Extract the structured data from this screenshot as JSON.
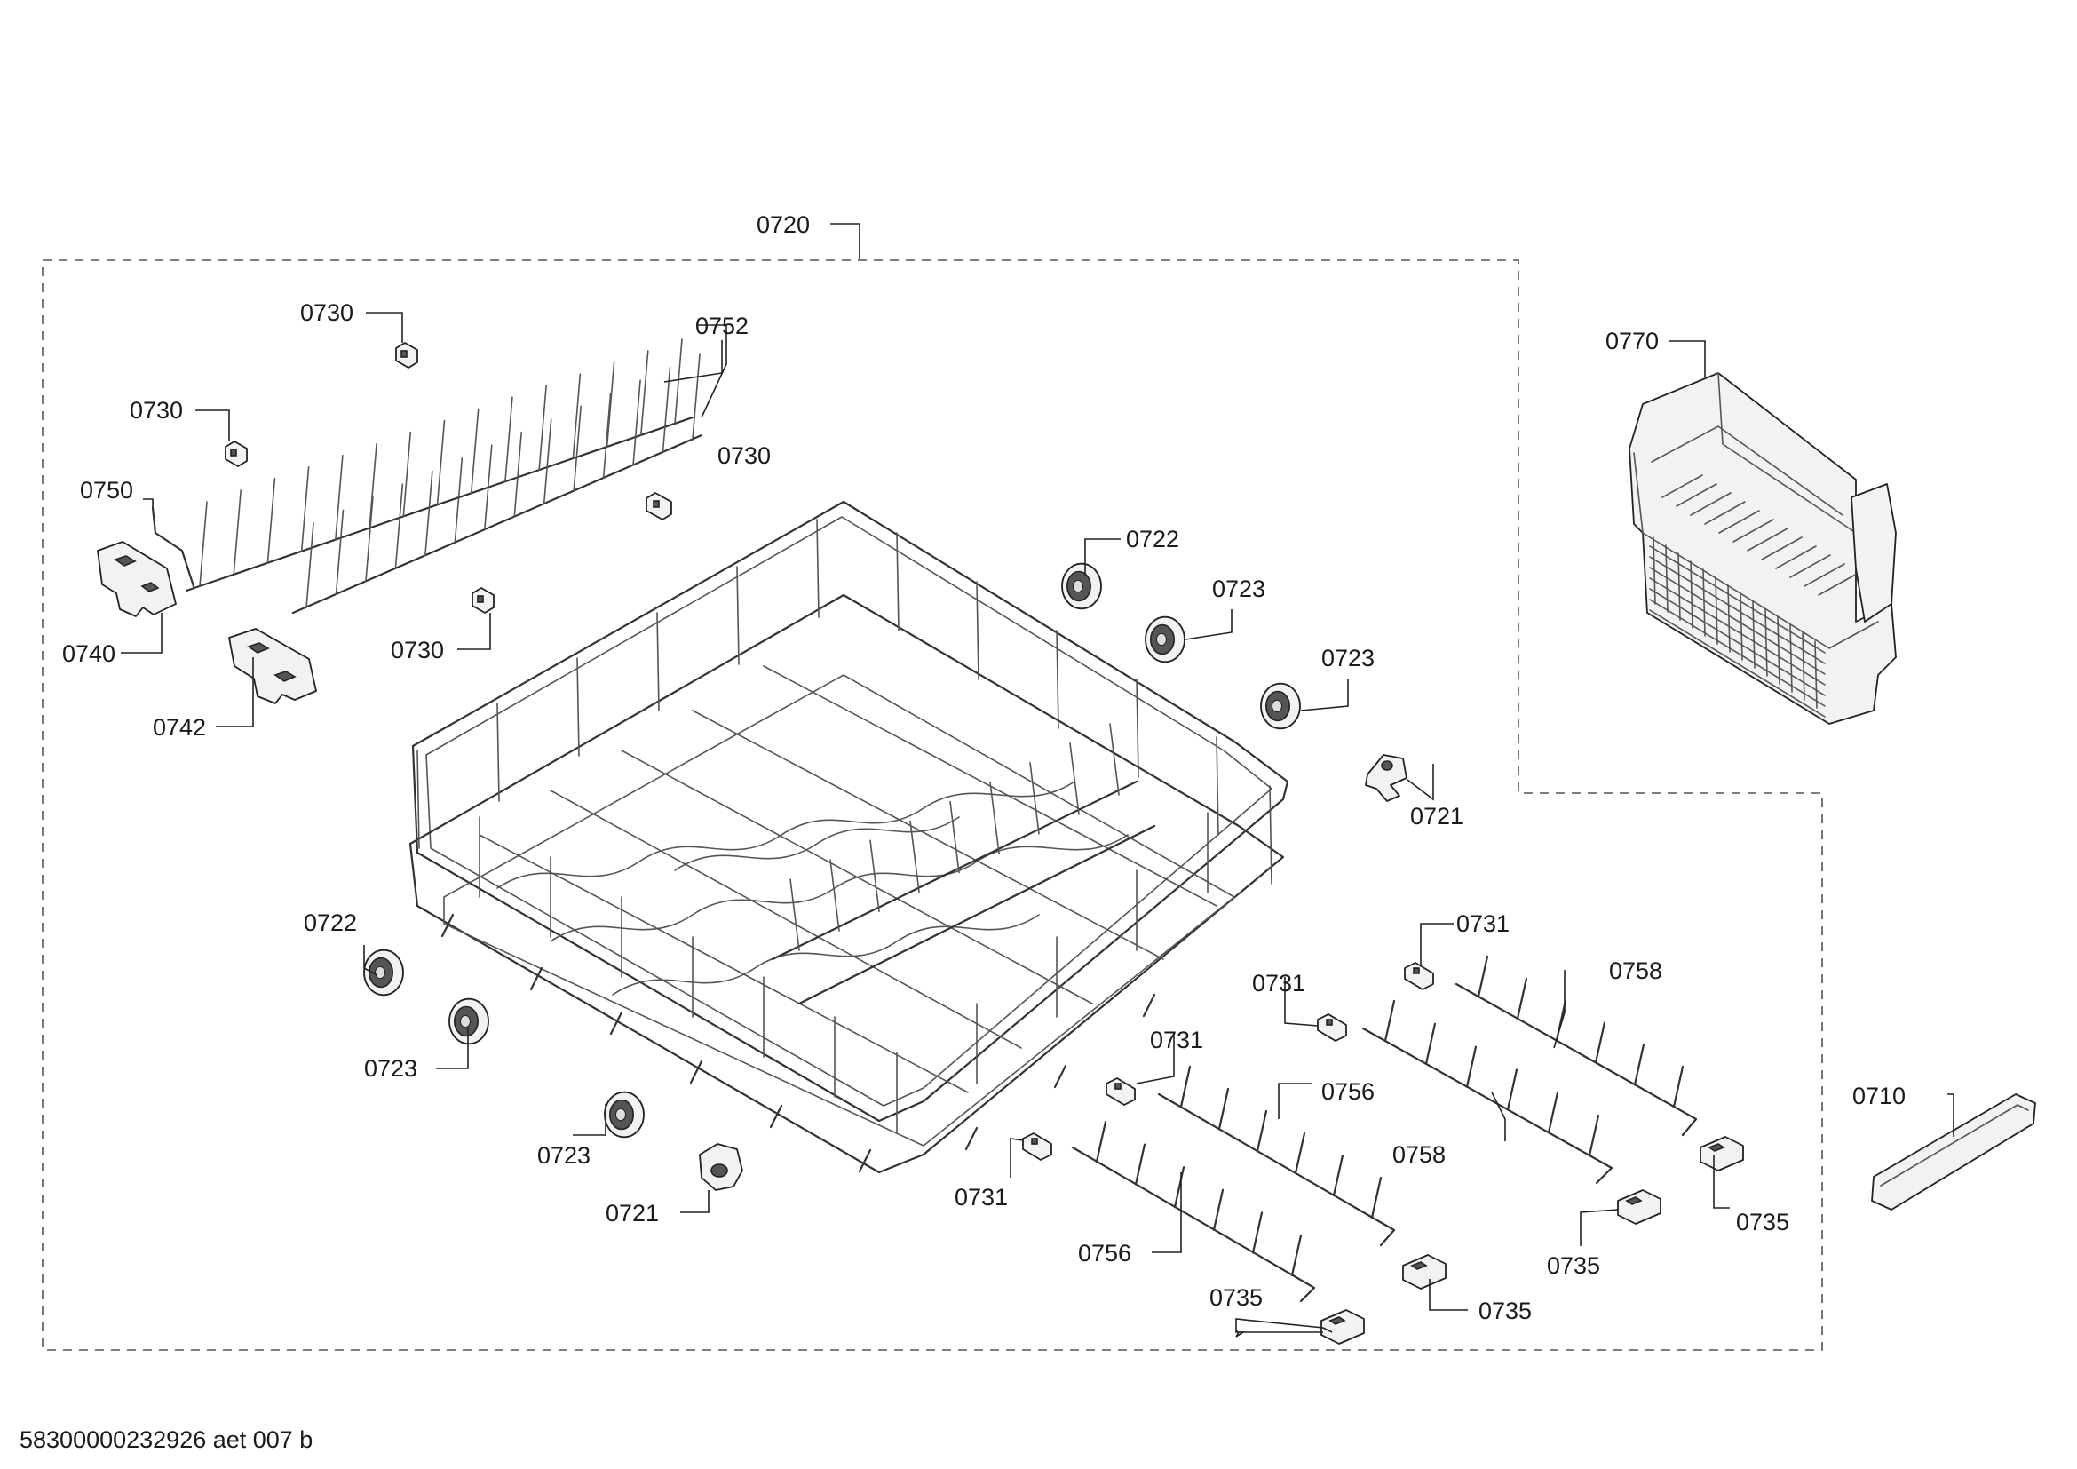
{
  "labels": {
    "group_0720": "0720",
    "l0730a": "0730",
    "l0730b": "0730",
    "l0730c": "0730",
    "l0730d": "0730",
    "l0752": "0752",
    "l0750": "0750",
    "l0740": "0740",
    "l0742": "0742",
    "l0722a": "0722",
    "l0722b": "0722",
    "l0723a": "0723",
    "l0723b": "0723",
    "l0723c": "0723",
    "l0723d": "0723",
    "l0721a": "0721",
    "l0721b": "0721",
    "l0770": "0770",
    "l0731a": "0731",
    "l0731b": "0731",
    "l0731c": "0731",
    "l0731d": "0731",
    "l0758a": "0758",
    "l0758b": "0758",
    "l0756a": "0756",
    "l0756b": "0756",
    "l0735a": "0735",
    "l0735b": "0735",
    "l0735c": "0735",
    "l0735d": "0735",
    "l0710": "0710"
  },
  "footer": {
    "drawing_id": "58300000232926 aet 007 b"
  }
}
